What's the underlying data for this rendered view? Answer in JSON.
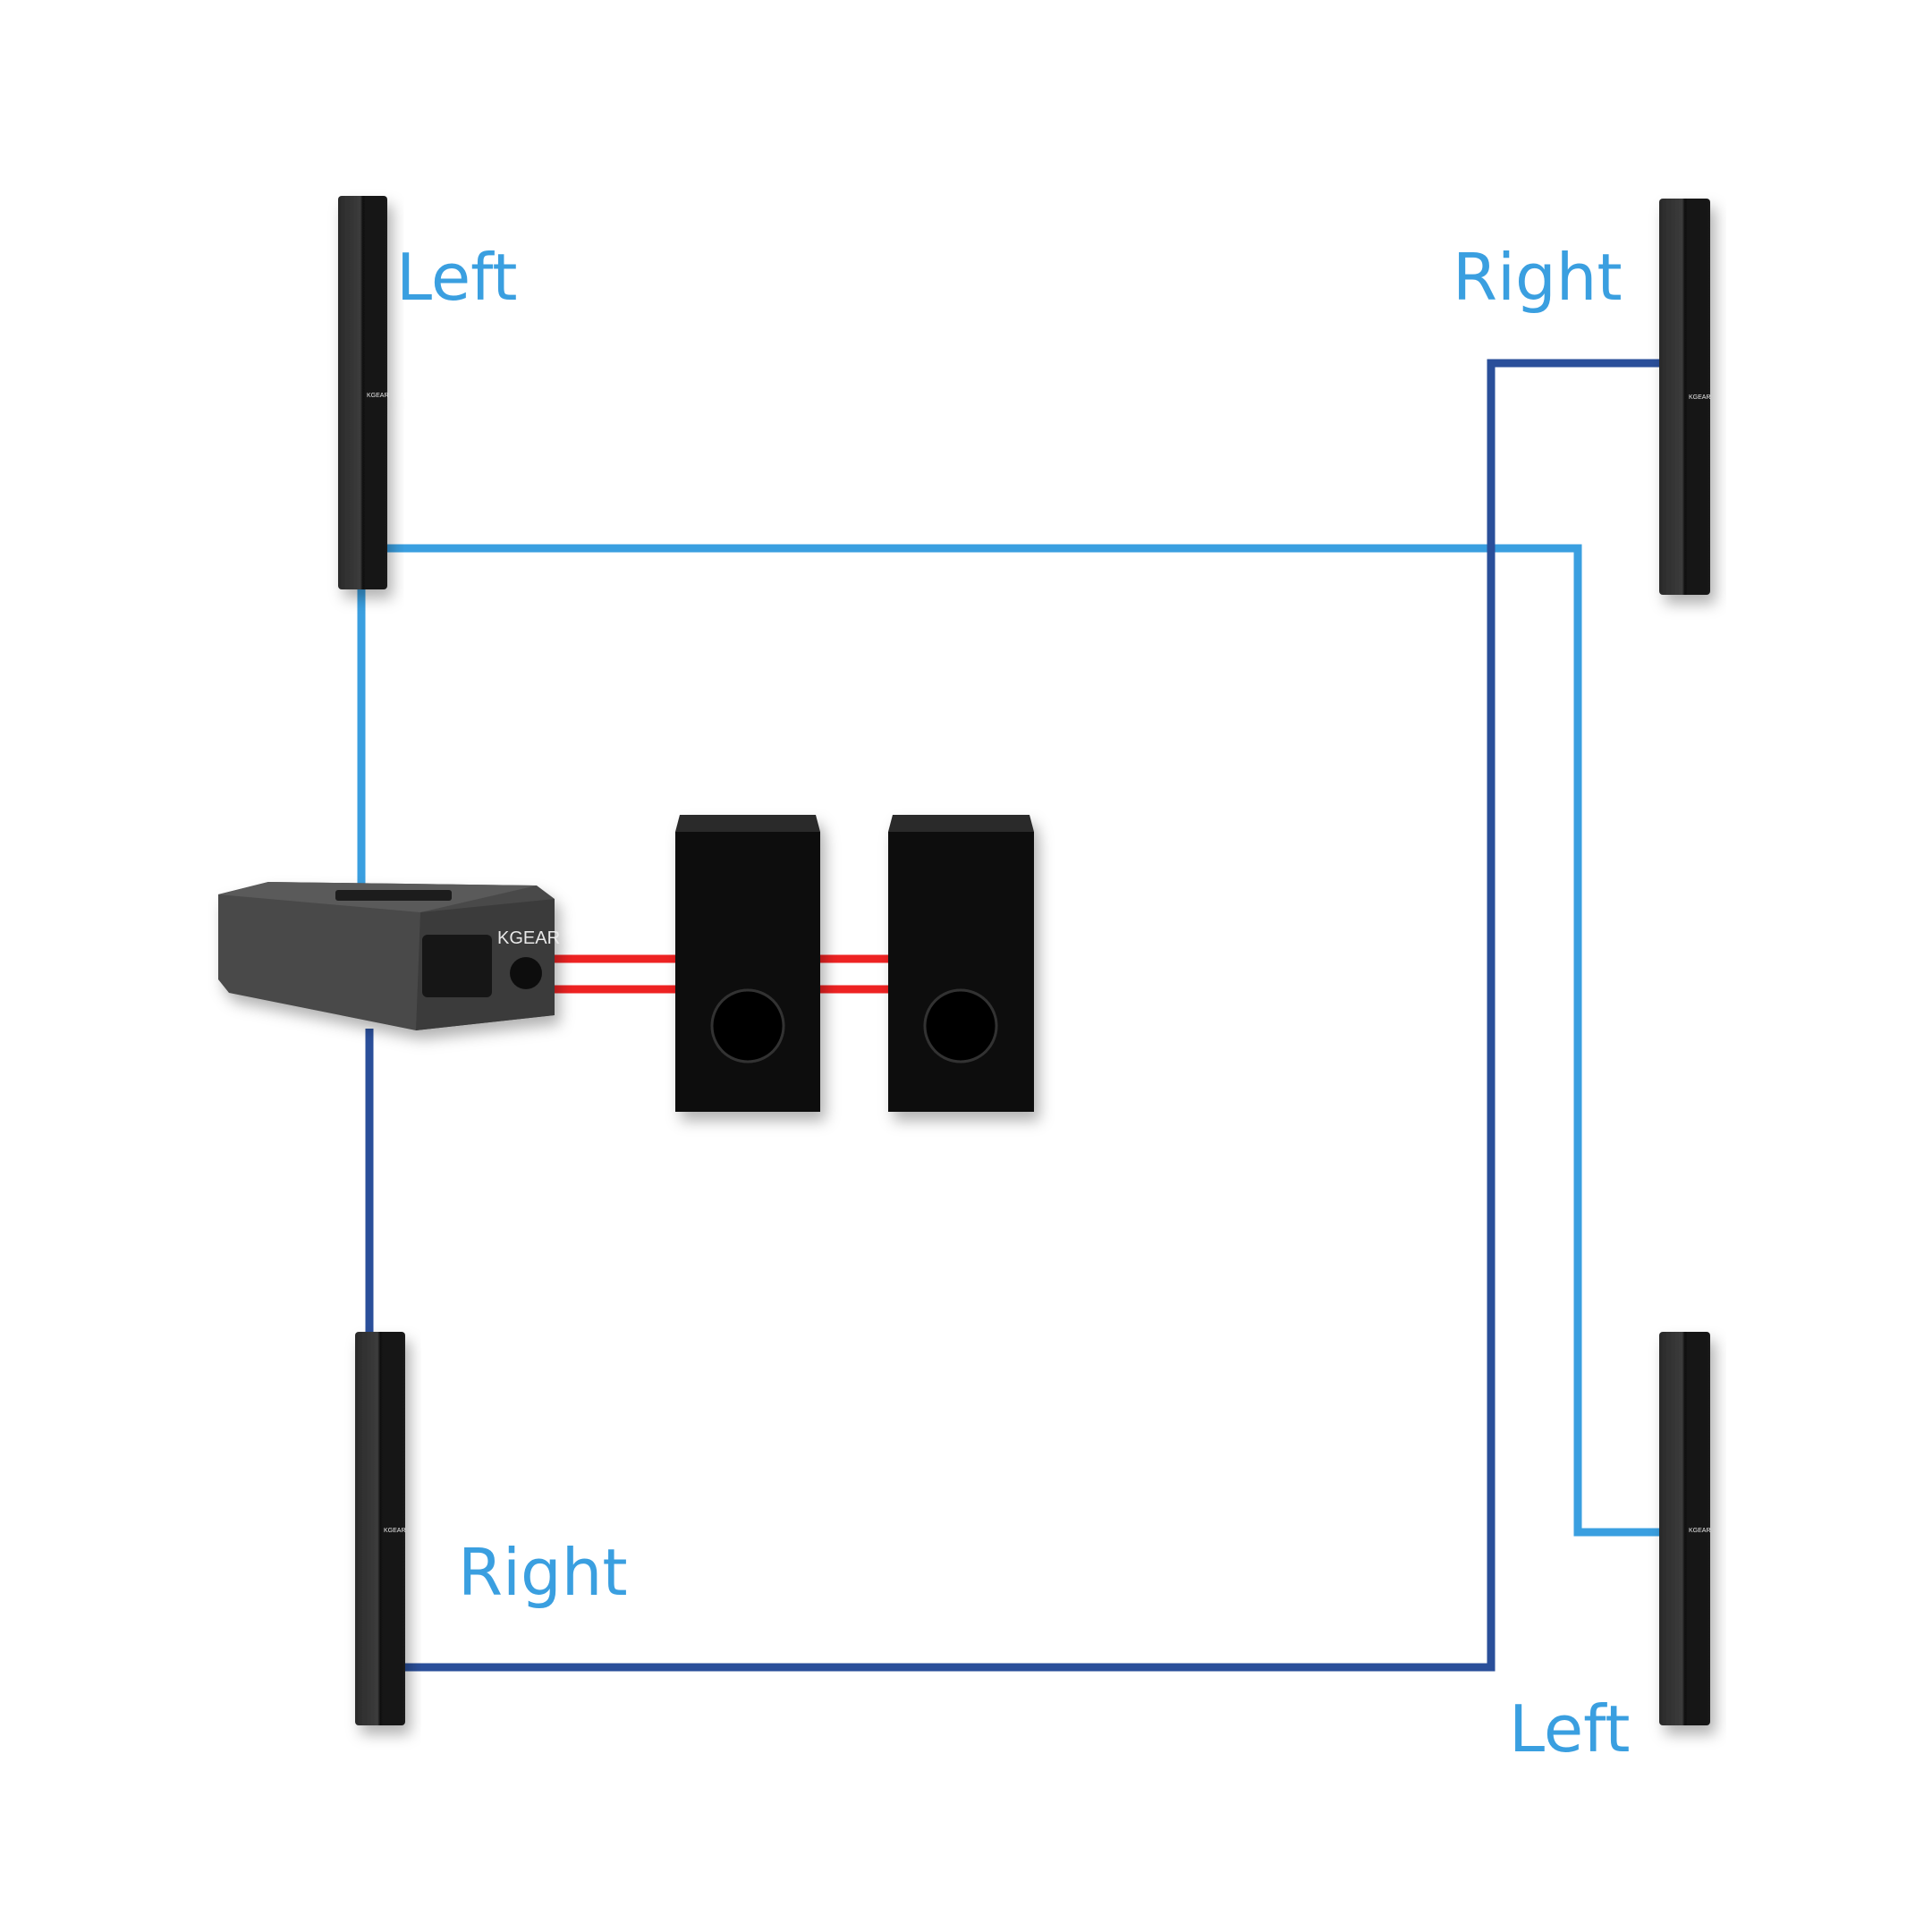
{
  "labels": {
    "top_left": "Left",
    "top_right": "Right",
    "bottom_left": "Right",
    "bottom_right": "Left"
  },
  "amplifier": {
    "brand": "KGEAR"
  },
  "speaker_brand": "KGEAR",
  "colors": {
    "left_channel": "#3a9fe0",
    "right_channel": "#2a4f9a",
    "subwoofer_link": "#ee2222",
    "label": "#3a9fe0"
  }
}
